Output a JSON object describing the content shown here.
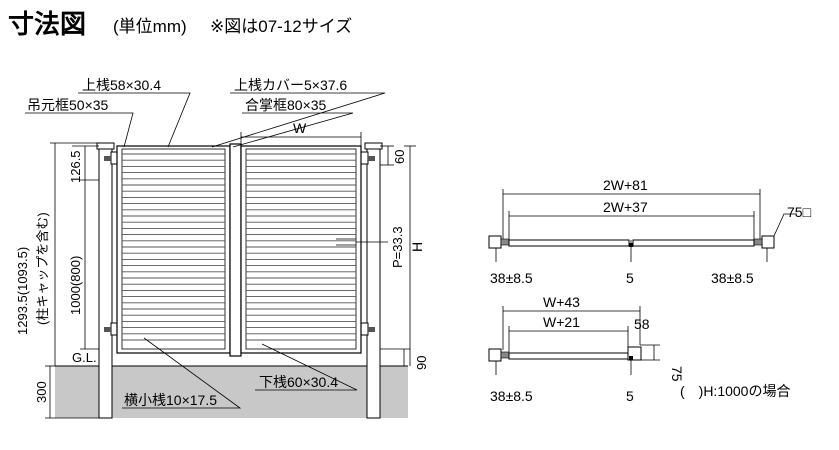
{
  "header": {
    "title": "寸法図",
    "unit_note": "(単位mm)",
    "size_note": "※図は07-12サイズ"
  },
  "front_view": {
    "labels": {
      "top_rail": "上桟58×30.4",
      "top_rail_cover": "上桟カバー5×37.6",
      "hinge_frame": "吊元框50×35",
      "meeting_frame": "合掌框80×35",
      "width": "W",
      "h_dim_60": "60",
      "pitch": "P=33.3",
      "height": "H",
      "dim_126_5": "126.5",
      "dim_1000_800": "1000(800)",
      "total_height": "1293.5(1093.5)",
      "post_cap_note": "(柱キャップを含む)",
      "gl": "G.L.",
      "dim_90": "90",
      "dim_300": "300",
      "bottom_rail": "下桟60×30.4",
      "slat": "横小桟10×17.5"
    }
  },
  "plan_view_double": {
    "overall": "2W+81",
    "inner": "2W+37",
    "post": "75□",
    "left_offset": "38±8.5",
    "center_gap": "5",
    "right_offset": "38±8.5"
  },
  "plan_view_single": {
    "overall": "W+43",
    "inner": "W+21",
    "side_58": "58",
    "side_75": "75",
    "left_offset": "38±8.5",
    "gap": "5"
  },
  "footnote": "(　)H:1000の場合"
}
